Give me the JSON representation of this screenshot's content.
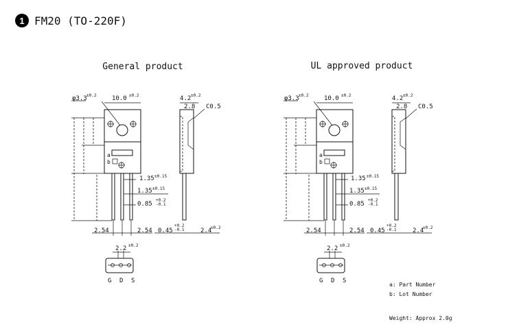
{
  "header": {
    "number": "1",
    "title": "FM20 (TO-220F)"
  },
  "general": {
    "heading": "General product",
    "dims": {
      "hole_dia": "φ3.3",
      "hole_tol": "±0.2",
      "width": "10.0",
      "width_tol": "±0.2",
      "thick": "4.2",
      "thick_tol": "±0.2",
      "tab": "2.8",
      "chamfer": "C0.5",
      "lead_w1": "1.35",
      "lead_w1_tol": "±0.15",
      "lead_w2": "1.35",
      "lead_w2_tol": "±0.15",
      "lead_t": "0.85",
      "lead_t_tol_up": "+0.2",
      "lead_t_tol_dn": "-0.1",
      "pitch_l": "2.54",
      "pitch_r": "2.54",
      "lead_th": "0.45",
      "lead_th_tol_up": "+0.2",
      "lead_th_tol_dn": "-0.1",
      "side_lead": "2.4",
      "side_lead_tol": "±0.2",
      "bottom_pitch": "2.2",
      "bottom_pitch_tol": "±0.2"
    },
    "marks": {
      "a": "a",
      "b": "b"
    },
    "pins": [
      "G",
      "D",
      "S"
    ]
  },
  "ul": {
    "heading": "UL approved product",
    "dims": {
      "hole_dia": "φ3.3",
      "hole_tol": "±0.2",
      "width": "10.0",
      "width_tol": "±0.2",
      "thick": "4.2",
      "thick_tol": "±0.2",
      "tab": "2.8",
      "chamfer": "C0.5",
      "lead_w1": "1.35",
      "lead_w1_tol": "±0.15",
      "lead_w2": "1.35",
      "lead_w2_tol": "±0.15",
      "lead_t": "0.85",
      "lead_t_tol_up": "+0.2",
      "lead_t_tol_dn": "-0.1",
      "pitch_l": "2.54",
      "pitch_r": "2.54",
      "lead_th": "0.45",
      "lead_th_tol_up": "+0.2",
      "lead_th_tol_dn": "-0.1",
      "side_lead": "2.4",
      "side_lead_tol": "±0.2",
      "bottom_pitch": "2.2",
      "bottom_pitch_tol": "±0.2"
    },
    "marks": {
      "a": "a",
      "b": "b"
    },
    "pins": [
      "G",
      "D",
      "S"
    ]
  },
  "notes": {
    "a": "a: Part Number",
    "b": "b: Lot Number",
    "weight": "Weight: Approx 2.0g"
  }
}
